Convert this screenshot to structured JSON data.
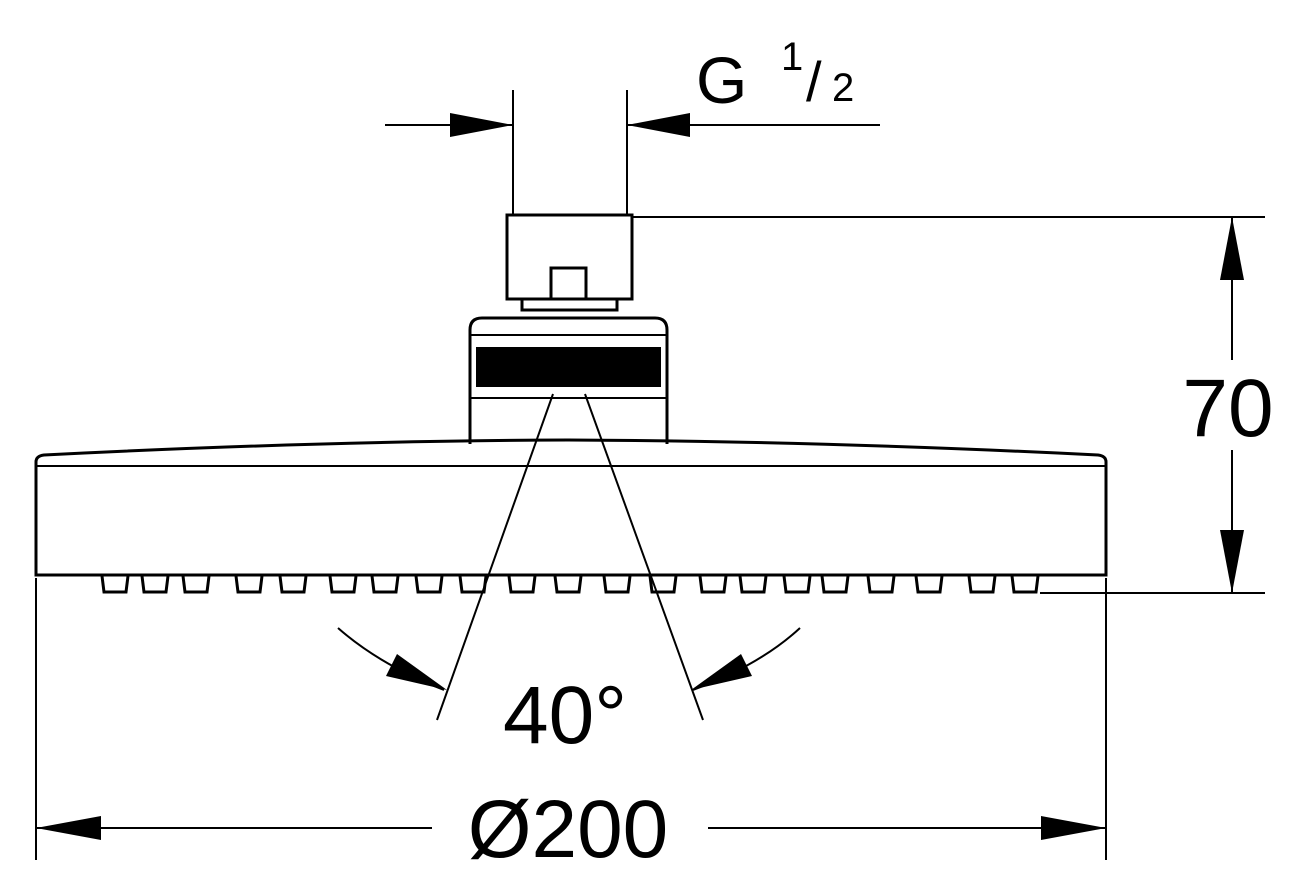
{
  "dimensions": {
    "thread": {
      "prefix": "G",
      "numerator": "1",
      "slash": "/",
      "denominator": "2"
    },
    "height": "70",
    "spray_angle": "40°",
    "diameter": "Ø200"
  }
}
